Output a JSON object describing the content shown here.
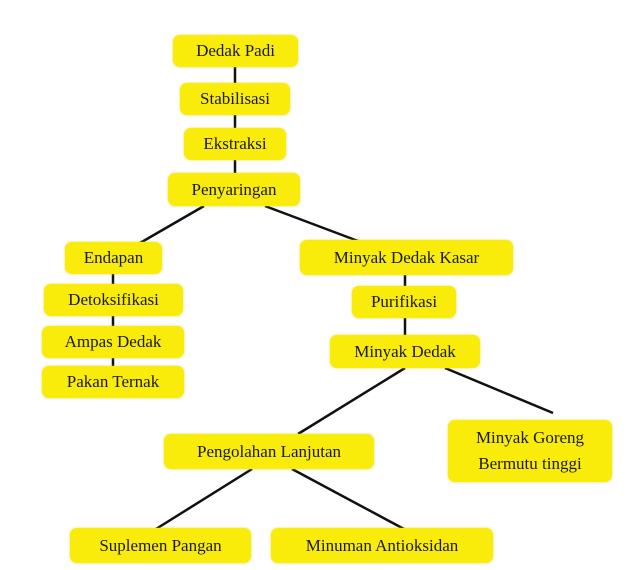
{
  "diagram": {
    "type": "flowchart-tree",
    "node_color": "#f9ec0b",
    "edge_color": "#111111",
    "nodes": {
      "dedak_padi": {
        "label": "Dedak Padi"
      },
      "stabilisasi": {
        "label": "Stabilisasi"
      },
      "ekstraksi": {
        "label": "Ekstraksi"
      },
      "penyaringan": {
        "label": "Penyaringan"
      },
      "endapan": {
        "label": "Endapan"
      },
      "detoksifikasi": {
        "label": "Detoksifikasi"
      },
      "ampas_dedak": {
        "label": "Ampas Dedak"
      },
      "pakan_ternak": {
        "label": "Pakan Ternak"
      },
      "minyak_dedak_kasar": {
        "label": "Minyak Dedak Kasar"
      },
      "purifikasi": {
        "label": "Purifikasi"
      },
      "minyak_dedak": {
        "label": "Minyak Dedak"
      },
      "pengolahan_lanjutan": {
        "label": "Pengolahan Lanjutan"
      },
      "minyak_goreng": {
        "line1": "Minyak Goreng",
        "line2": "Bermutu tinggi"
      },
      "suplemen_pangan": {
        "label": "Suplemen Pangan"
      },
      "minuman_antioksidan": {
        "label": "Minuman Antioksidan"
      }
    },
    "edges": [
      [
        "Dedak Padi",
        "Stabilisasi"
      ],
      [
        "Stabilisasi",
        "Ekstraksi"
      ],
      [
        "Ekstraksi",
        "Penyaringan"
      ],
      [
        "Penyaringan",
        "Endapan"
      ],
      [
        "Penyaringan",
        "Minyak Dedak Kasar"
      ],
      [
        "Endapan",
        "Detoksifikasi"
      ],
      [
        "Detoksifikasi",
        "Ampas Dedak"
      ],
      [
        "Ampas Dedak",
        "Pakan Ternak"
      ],
      [
        "Minyak Dedak Kasar",
        "Purifikasi"
      ],
      [
        "Purifikasi",
        "Minyak Dedak"
      ],
      [
        "Minyak Dedak",
        "Pengolahan Lanjutan"
      ],
      [
        "Minyak Dedak",
        "Minyak Goreng Bermutu tinggi"
      ],
      [
        "Pengolahan Lanjutan",
        "Suplemen Pangan"
      ],
      [
        "Pengolahan Lanjutan",
        "Minuman Antioksidan"
      ]
    ]
  }
}
